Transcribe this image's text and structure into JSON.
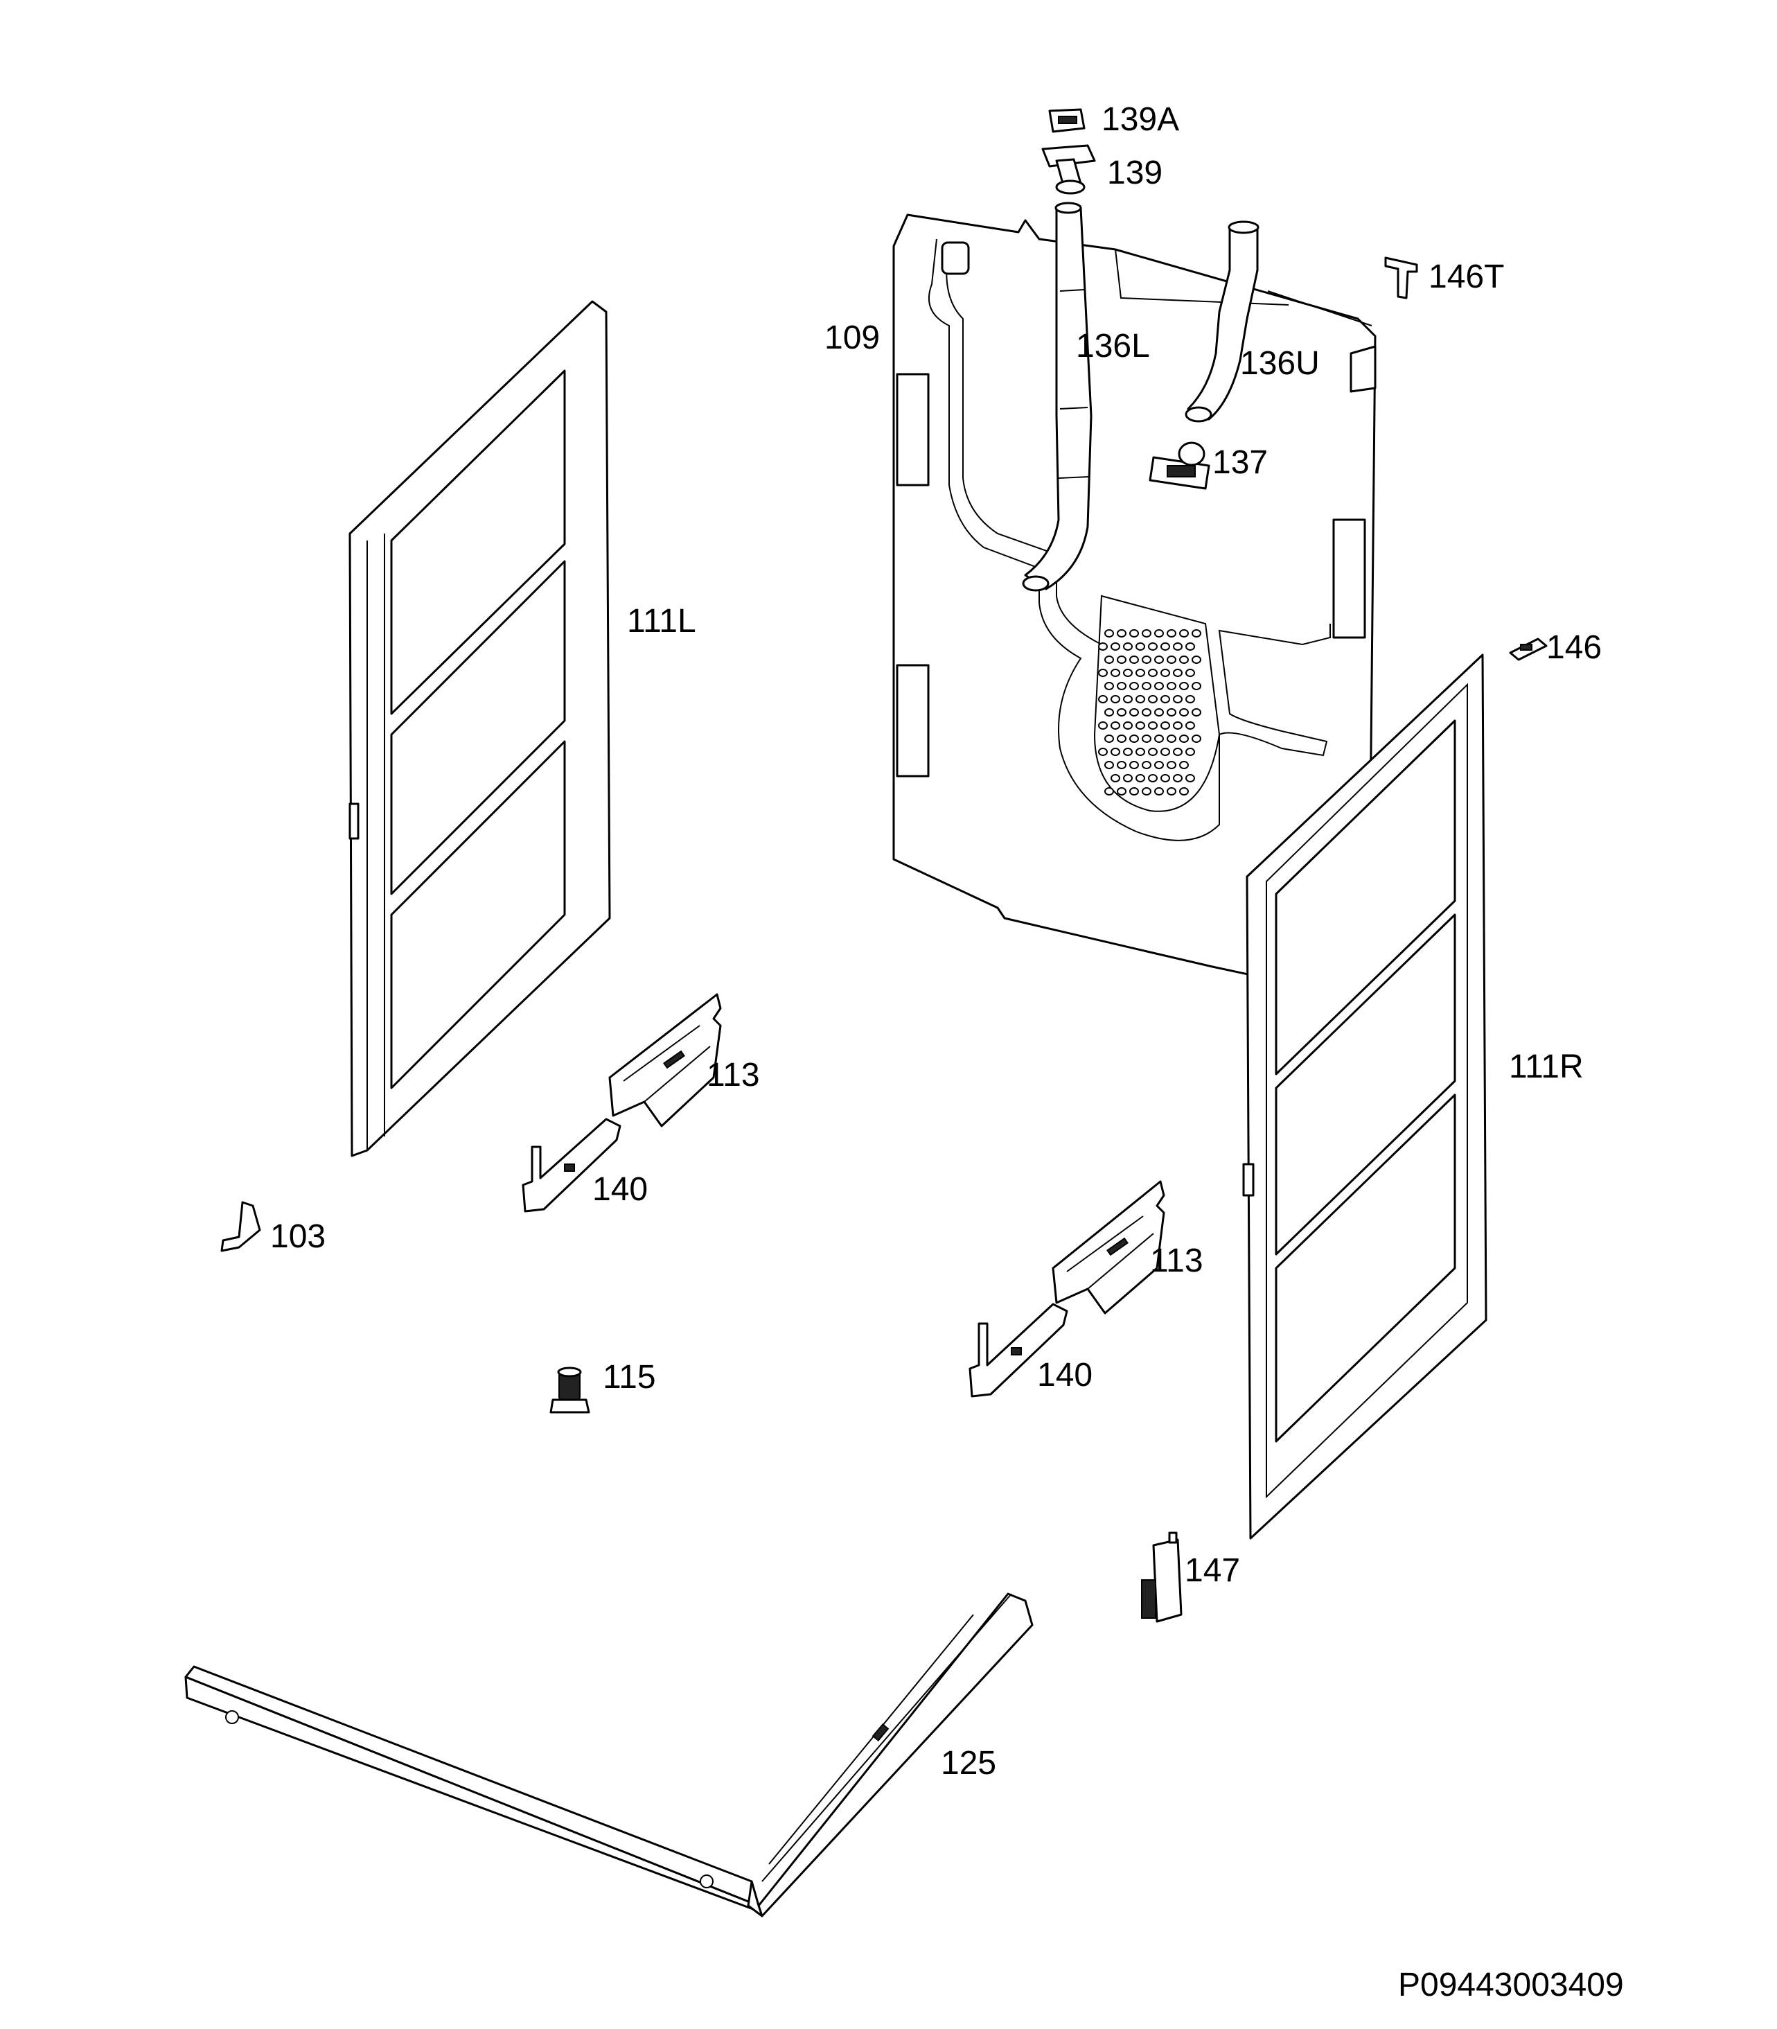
{
  "labels": {
    "p139A": "139A",
    "p139": "139",
    "p146T": "146T",
    "p109": "109",
    "p136L": "136L",
    "p136U": "136U",
    "p137": "137",
    "p111L": "111L",
    "p146": "146",
    "p113a": "113",
    "p111R": "111R",
    "p140a": "140",
    "p103": "103",
    "p113b": "113",
    "p115": "115",
    "p140b": "140",
    "p147": "147",
    "p125": "125"
  },
  "drawing_number": "P09443003409"
}
